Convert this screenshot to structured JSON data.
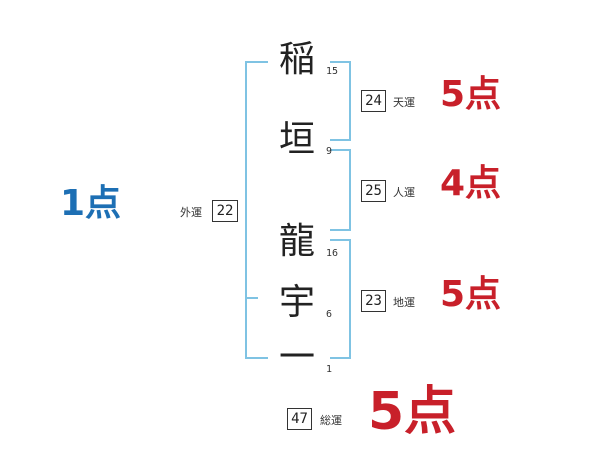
{
  "name_chars": [
    {
      "char": "稲",
      "strokes": "15"
    },
    {
      "char": "垣",
      "strokes": "9"
    },
    {
      "char": "龍",
      "strokes": "16"
    },
    {
      "char": "宇",
      "strokes": "6"
    },
    {
      "char": "一",
      "strokes": "1"
    }
  ],
  "fortunes": {
    "tenkaku": {
      "value": "24",
      "label": "天運",
      "score": "5点"
    },
    "jinkaku": {
      "value": "25",
      "label": "人運",
      "score": "4点"
    },
    "chikaku": {
      "value": "23",
      "label": "地運",
      "score": "5点"
    },
    "gaikaku": {
      "value": "22",
      "label": "外運",
      "score": "1点"
    },
    "soukaku": {
      "value": "47",
      "label": "総運",
      "score": "5点"
    }
  },
  "colors": {
    "bracket": "#7fc3e3",
    "score_red": "#c8202a",
    "score_blue": "#1d6fb4"
  }
}
